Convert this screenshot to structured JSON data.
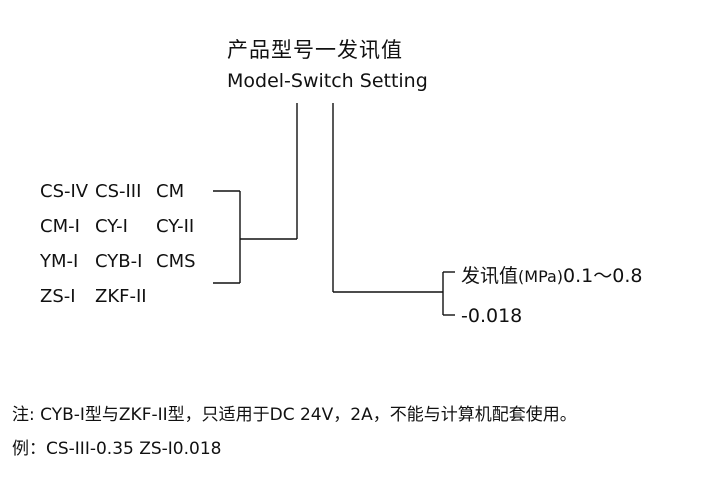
{
  "title": {
    "cn": "产品型号一发讯值",
    "en": "Model-Switch Setting"
  },
  "models": [
    [
      "CS-IV",
      "CS-III",
      "CM"
    ],
    [
      "CM-I",
      "CY-I",
      "CY-II"
    ],
    [
      "YM-I",
      "CYB-I",
      "CMS"
    ],
    [
      "ZS-I",
      "ZKF-II"
    ]
  ],
  "setting": {
    "label": "发讯值",
    "unit": "(MPa)",
    "range": "0.1～0.8",
    "option2": "-0.018"
  },
  "notes": {
    "note": "注: CYB-I型与ZKF-II型，只适用于DC 24V，2A，不能与计算机配套使用。",
    "example": "例：CS-III-0.35  ZS-I0.018"
  }
}
